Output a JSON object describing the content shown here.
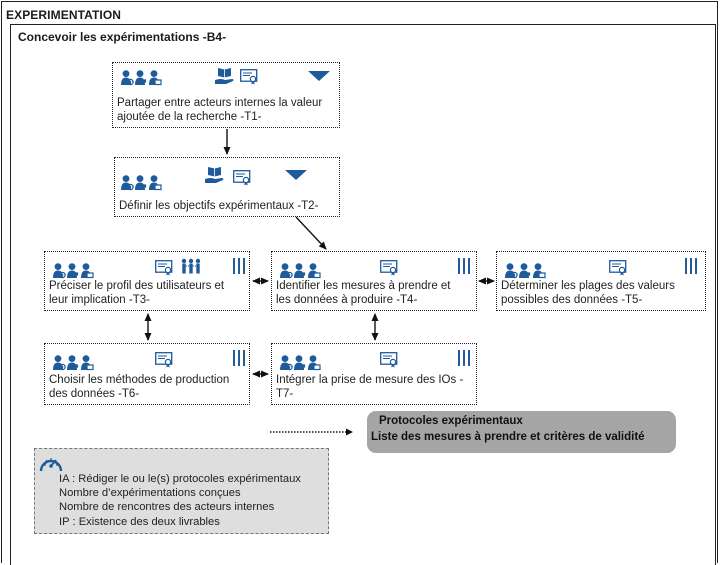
{
  "header": {
    "title": "EXPERIMENTATION"
  },
  "section": {
    "title": "Concevoir les expérimentations -B4-"
  },
  "tasks": [
    {
      "id": "T1",
      "label_lines": [
        "Partager entre acteurs internes la valeur",
        "ajoutée de la recherche -T1-"
      ]
    },
    {
      "id": "T2",
      "label_lines": [
        "Définir les objectifs expérimentaux -T2-"
      ]
    },
    {
      "id": "T3",
      "label_lines": [
        "Préciser le profil des utilisateurs et",
        "leur implication -T3-"
      ]
    },
    {
      "id": "T4",
      "label_lines": [
        "Identifier les mesures à prendre et",
        "les données à produire -T4-"
      ]
    },
    {
      "id": "T5",
      "label_lines": [
        "Déterminer les plages des valeurs",
        "possibles des données -T5-"
      ]
    },
    {
      "id": "T6",
      "label_lines": [
        "Choisir les méthodes de production",
        "des données -T6-"
      ]
    },
    {
      "id": "T7",
      "label_lines": [
        "Intégrer la prise de mesure des IOs -",
        "T7-"
      ]
    }
  ],
  "output": {
    "line1": "Protocoles expérimentaux",
    "line2": "Liste des mesures à prendre et critères de validité"
  },
  "indicators": {
    "icon": "speedometer-icon",
    "lines": [
      "IA :  Rédiger le ou le(s) protocoles expérimentaux",
      "Nombre d’expérimentations conçues",
      "Nombre de rencontres des acteurs internes",
      "IP : Existence des deux livrables"
    ]
  },
  "icons": {
    "actor_group": "actors-icon",
    "book_hand": "book-in-hand-icon",
    "certificate": "certificate-icon",
    "people_network": "people-network-icon",
    "triangle": "down-triangle-icon",
    "bars": "triple-bars-icon"
  },
  "colors": {
    "icon_blue": "#1e5b9a",
    "output_bg": "#a5a5a5",
    "kpi_bg": "#dedede"
  }
}
